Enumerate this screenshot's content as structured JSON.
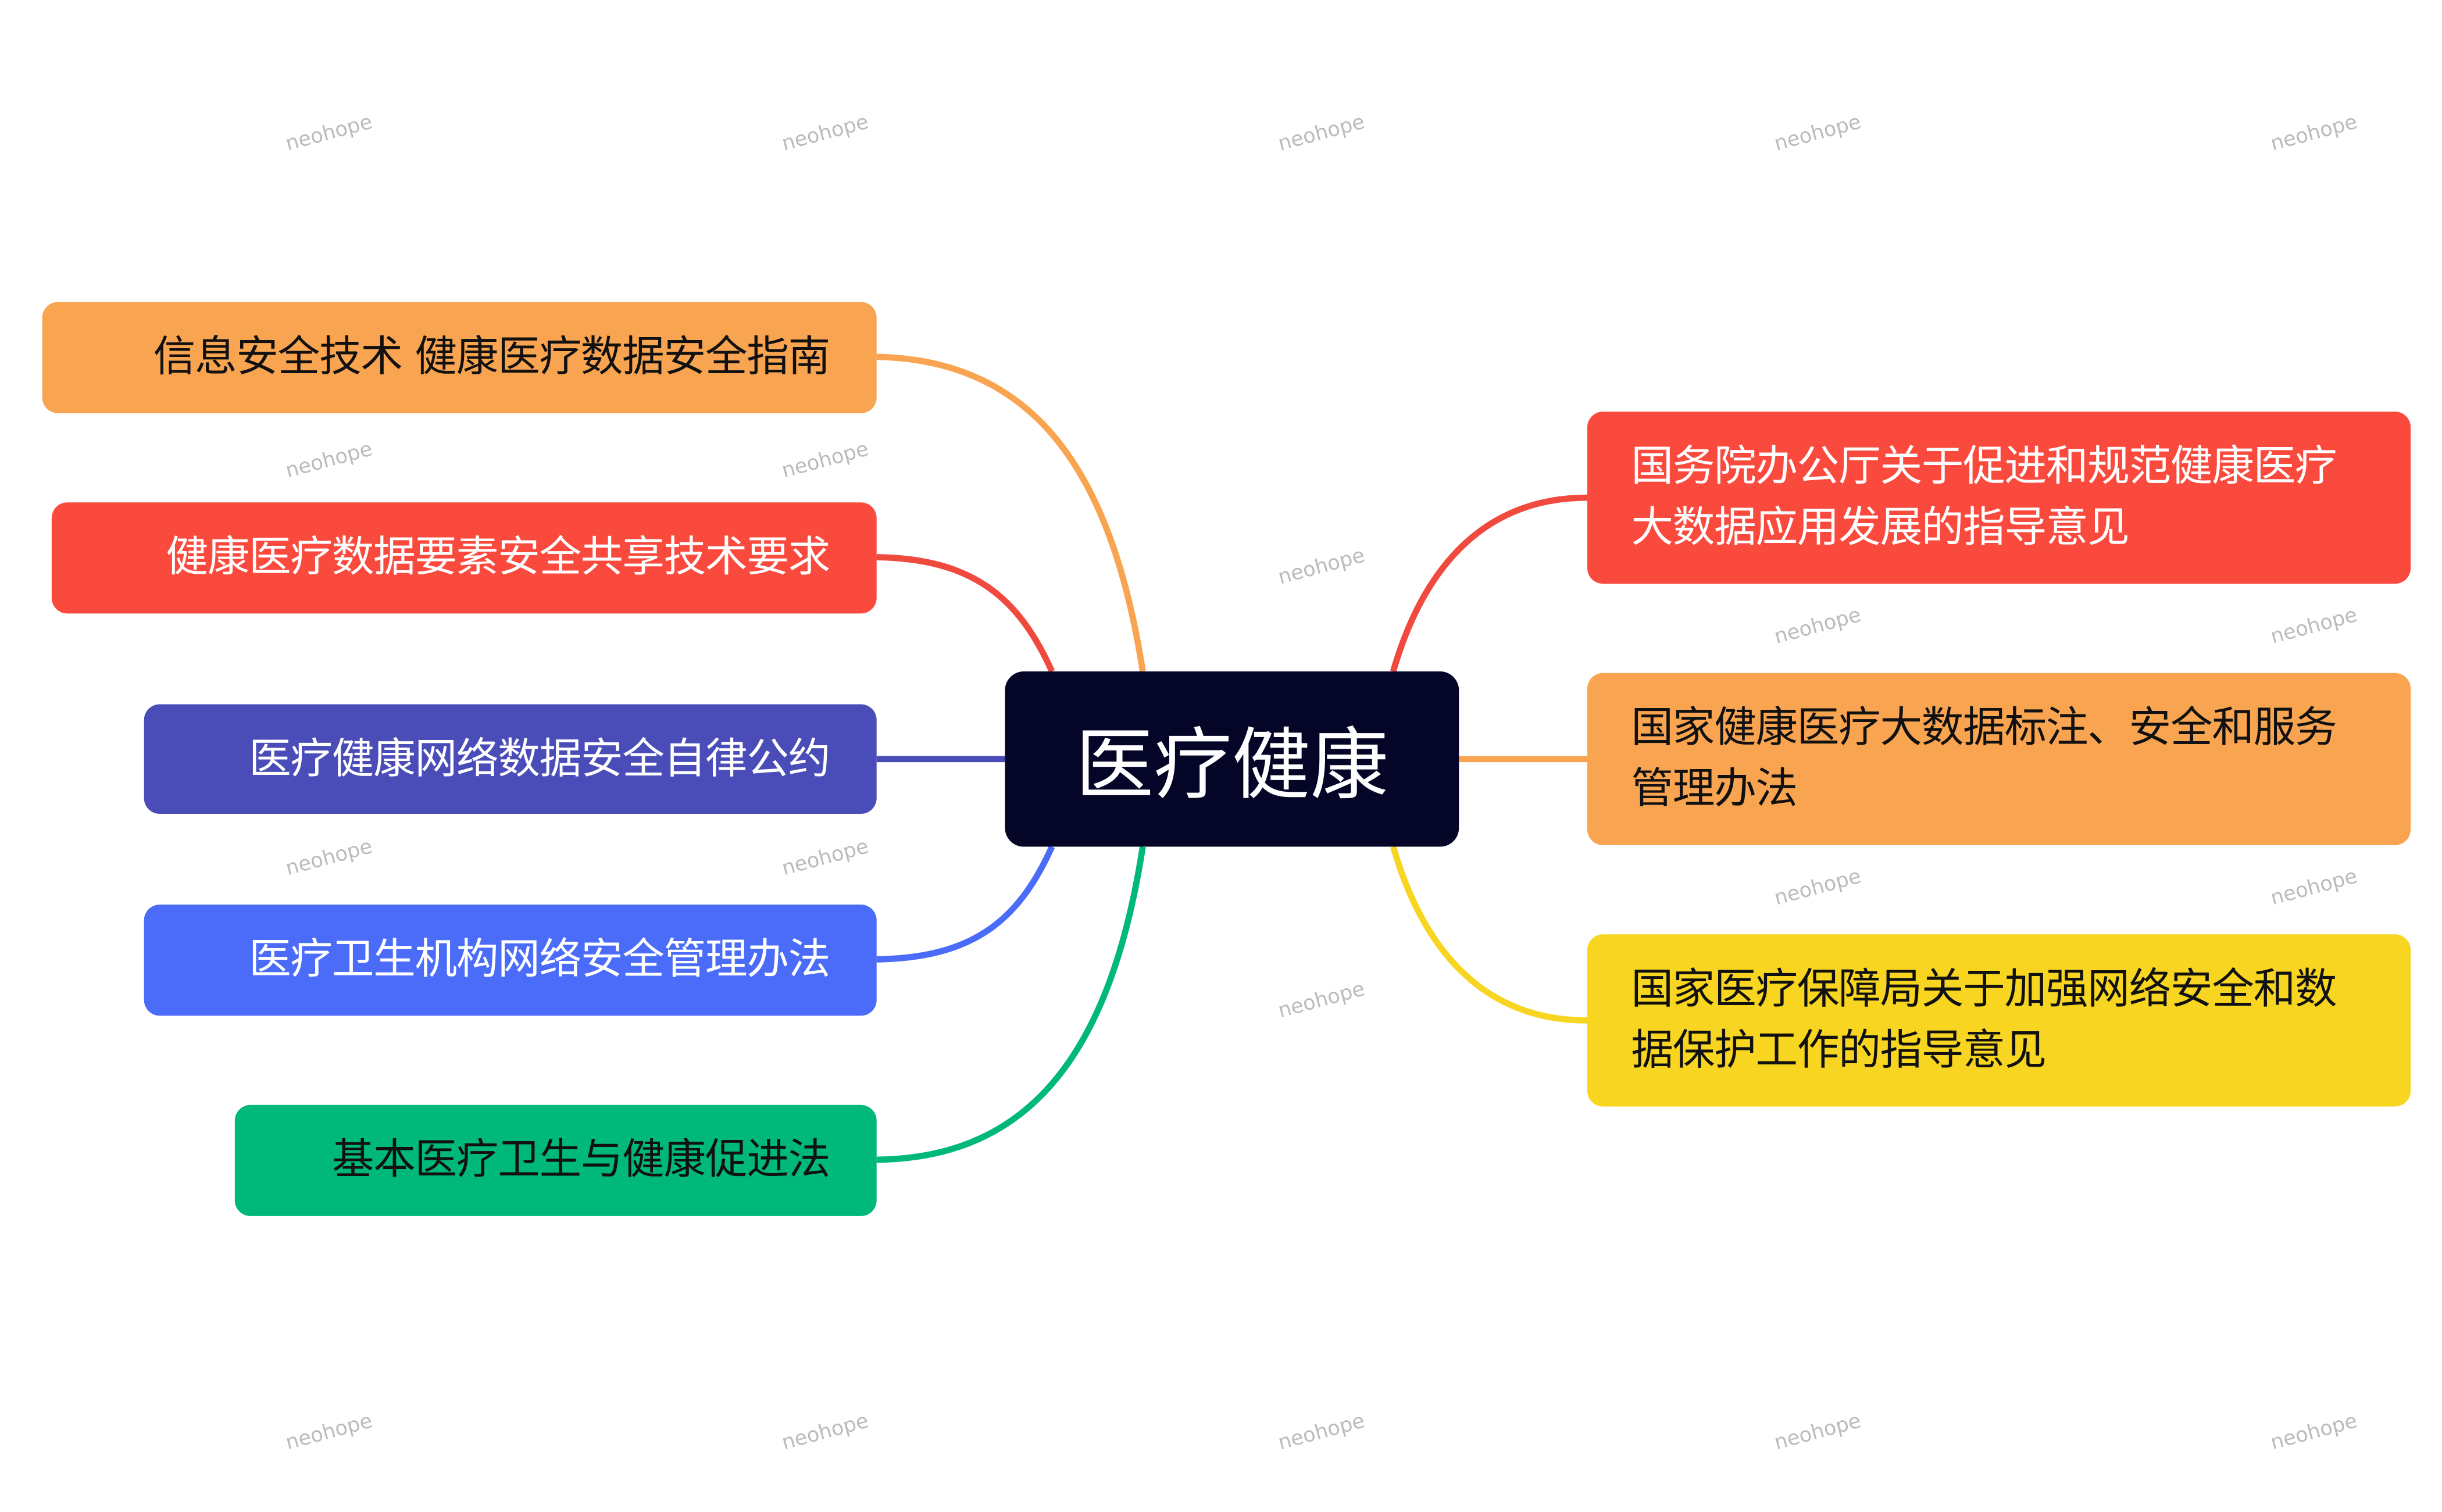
{
  "center": {
    "label": "医疗健康",
    "color": "#050528"
  },
  "left_nodes": [
    {
      "label": "信息安全技术 健康医疗数据安全指南",
      "color": "#F9A450",
      "text_color": "#111111"
    },
    {
      "label": "健康医疗数据要素安全共享技术要求",
      "color": "#FA4A3E",
      "text_color": "#ffffff"
    },
    {
      "label": "医疗健康网络数据安全自律公约",
      "color": "#4A4DB8",
      "text_color": "#ffffff"
    },
    {
      "label": "医疗卫生机构网络安全管理办法",
      "color": "#4A6CF8",
      "text_color": "#ffffff"
    },
    {
      "label": "基本医疗卫生与健康促进法",
      "color": "#00B87A",
      "text_color": "#111111"
    }
  ],
  "right_nodes": [
    {
      "label": "国务院办公厅关于促进和规范健康医疗大数据应用发展的指导意见",
      "color": "#FA4A3E",
      "text_color": "#ffffff"
    },
    {
      "label": "国家健康医疗大数据标注、安全和服务管理办法",
      "color": "#F9A450",
      "text_color": "#111111"
    },
    {
      "label": "国家医疗保障局关于加强网络安全和数据保护工作的指导意见",
      "color": "#F7D520",
      "text_color": "#111111"
    }
  ],
  "watermark": "neohope"
}
